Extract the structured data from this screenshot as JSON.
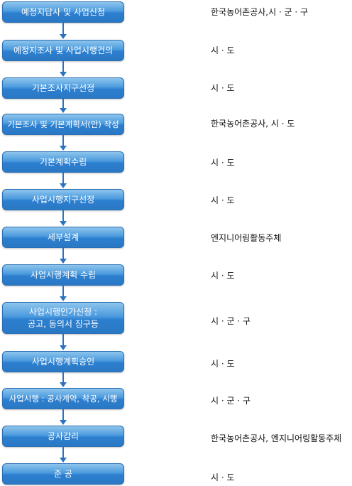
{
  "steps": [
    {
      "label": "예정지답사 및 사업신청",
      "agency": "한국농어촌공사,시 · 군 · 구"
    },
    {
      "label": "예정지조사 및 사업시행건의",
      "agency": "시 · 도"
    },
    {
      "label": "기본조사지구선정",
      "agency": "시 · 도"
    },
    {
      "label": "기본조사 및 기본계획서(안) 작성",
      "agency": "한국농어촌공사, 시 · 도"
    },
    {
      "label": "기본계획수립",
      "agency": "시 · 도"
    },
    {
      "label": "사업시행지구선정",
      "agency": "시 · 도"
    },
    {
      "label": "세부설계",
      "agency": "엔지니어링활동주체"
    },
    {
      "label": "사업시행계획 수립",
      "agency": "시 · 도"
    },
    {
      "label": "사업시행인가신청 :\n공고, 동의서 징구등",
      "agency": "시 · 군 · 구"
    },
    {
      "label": "사업시행계획승인",
      "agency": "시 · 도"
    },
    {
      "label": "사업시행 : 공사계약, 착공, 시행",
      "agency": "시 · 군 · 구"
    },
    {
      "label": "공사감리",
      "agency": "한국농어촌공사, 엔지니어링활동주체"
    },
    {
      "label": "준 공",
      "agency": "시 · 도"
    }
  ]
}
